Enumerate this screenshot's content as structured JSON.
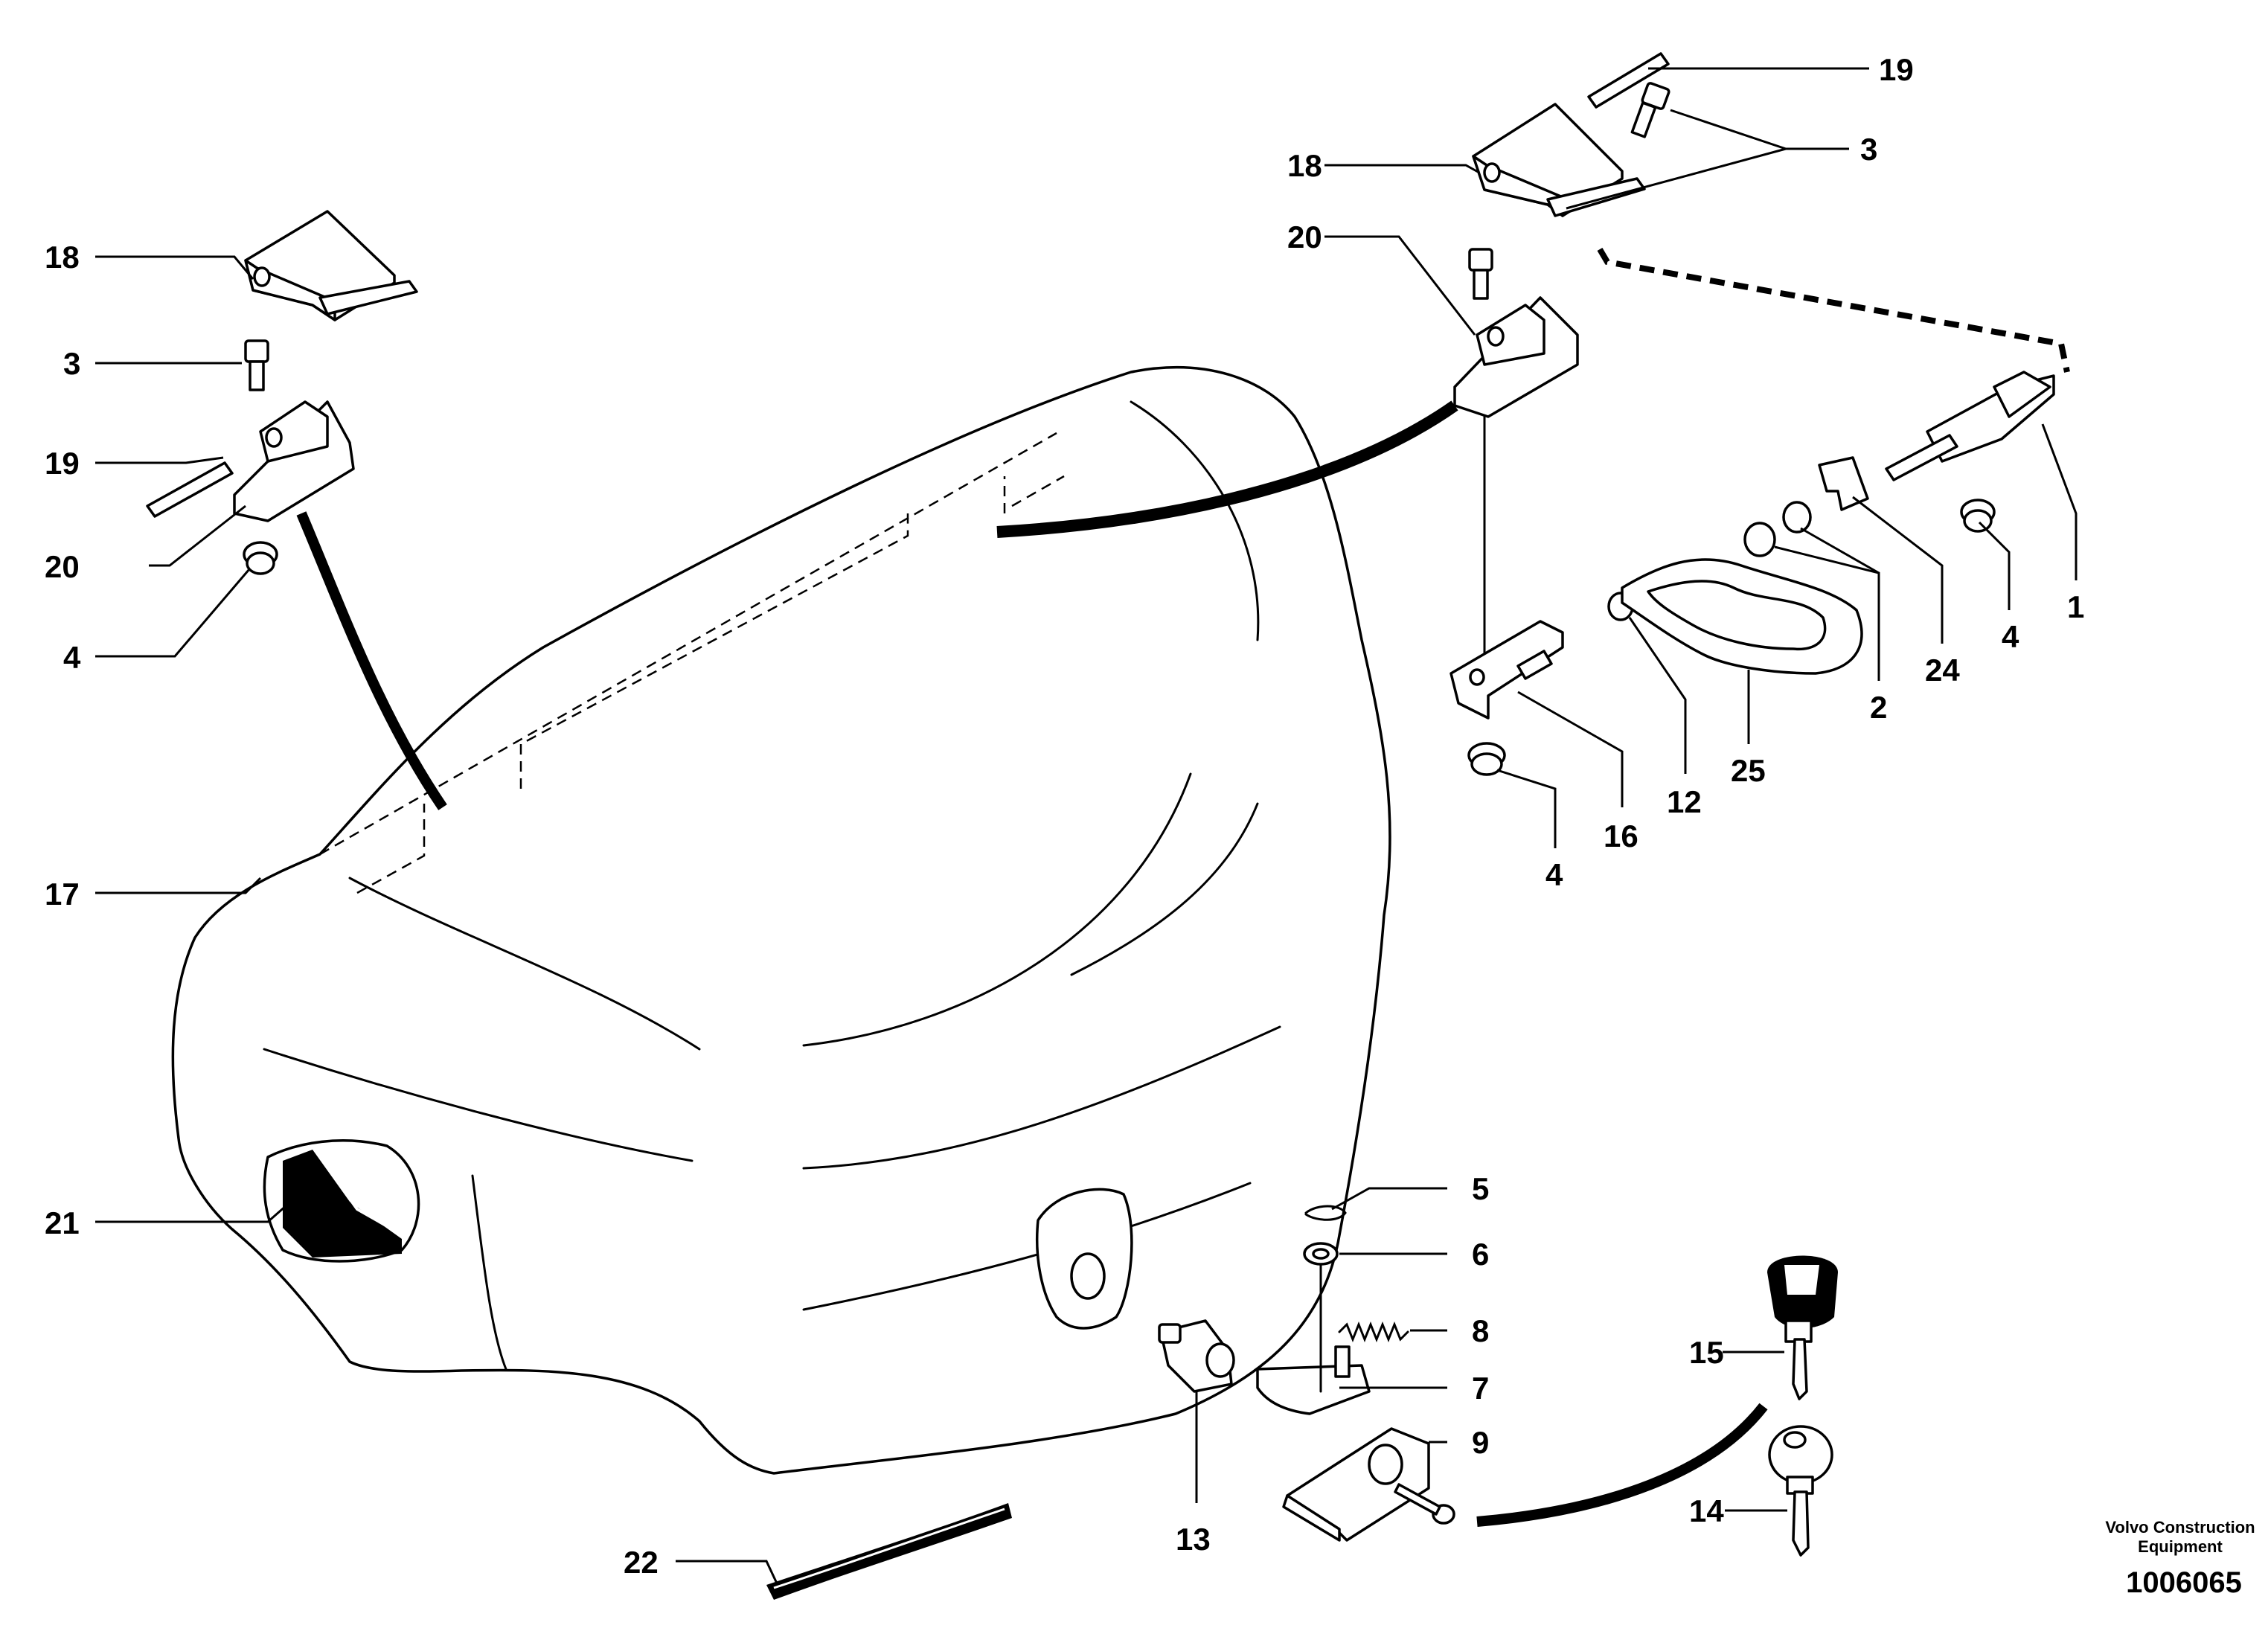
{
  "diagram": {
    "callouts": {
      "c1": "1",
      "c2": "2",
      "c3_left": "3",
      "c3_right": "3",
      "c4_left": "4",
      "c4_right": "4",
      "c4_lower": "4",
      "c5": "5",
      "c6": "6",
      "c7": "7",
      "c8": "8",
      "c9": "9",
      "c12": "12",
      "c13": "13",
      "c14": "14",
      "c15": "15",
      "c16": "16",
      "c17": "17",
      "c18_left": "18",
      "c18_right": "18",
      "c19_left": "19",
      "c19_right": "19",
      "c20_left": "20",
      "c20_right": "20",
      "c21": "21",
      "c22": "22",
      "c24": "24",
      "c25": "25"
    },
    "footer": {
      "brand_line1": "Volvo Construction",
      "brand_line2": "Equipment",
      "drawing_number": "1006065"
    }
  }
}
